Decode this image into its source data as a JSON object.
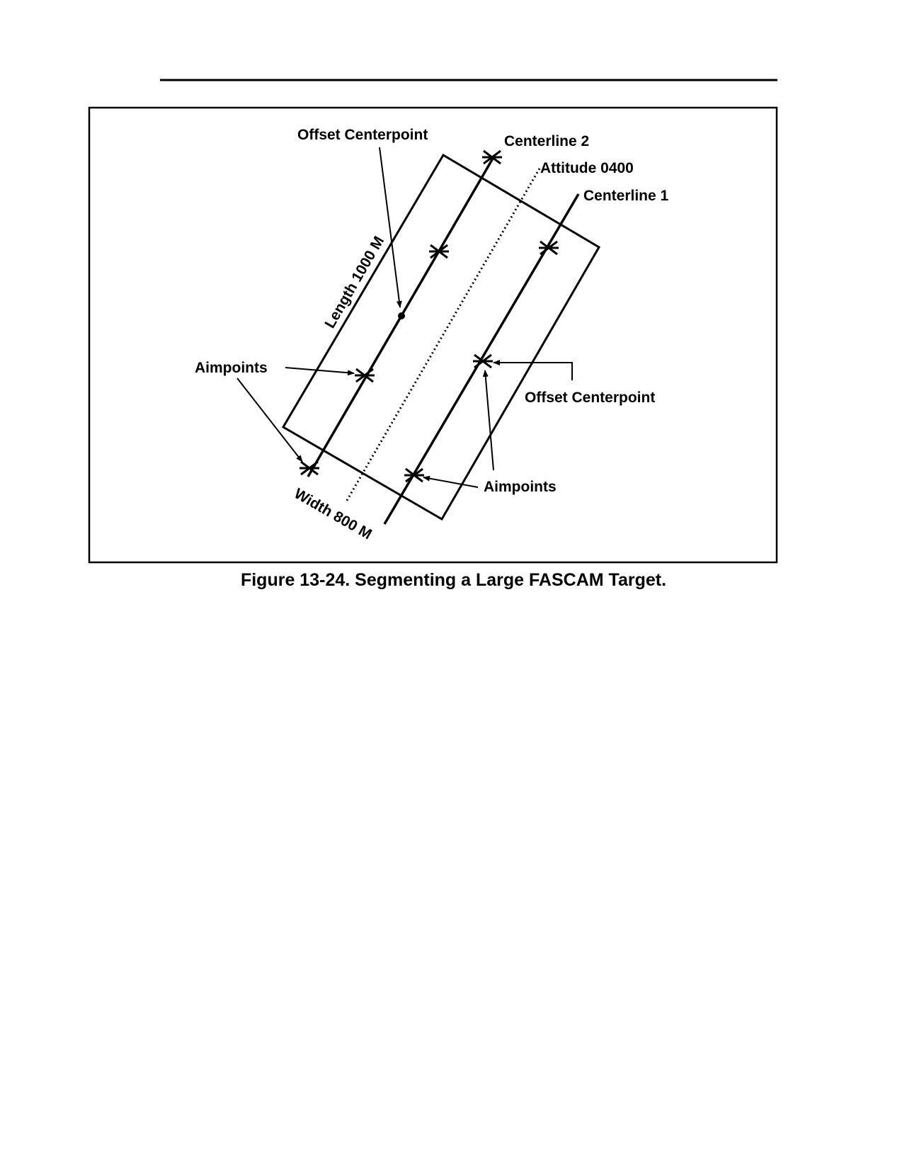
{
  "figure": {
    "labels": {
      "offset_centerpoint_top": "Offset Centerpoint",
      "centerline_2": "Centerline 2",
      "attitude": "Attitude 0400",
      "centerline_1": "Centerline 1",
      "length": "Length 1000 M",
      "aimpoints_left": "Aimpoints",
      "offset_centerpoint_right": "Offset Centerpoint",
      "aimpoints_bottom": "Aimpoints",
      "width": "Width 800 M"
    },
    "caption": "Figure 13-24. Segmenting a Large FASCAM Target."
  }
}
